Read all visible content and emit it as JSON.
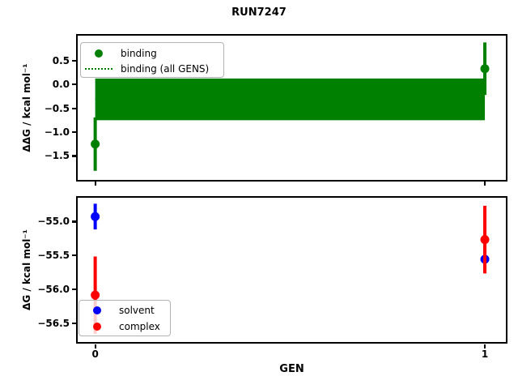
{
  "figure": {
    "title": "RUN7247",
    "background": "#ffffff"
  },
  "chart_data": [
    {
      "type": "scatter",
      "subplot": "top",
      "ylabel": "ΔΔG / kcal mol⁻¹",
      "xlabel": "",
      "xlim": [
        -0.047,
        1.056
      ],
      "ylim": [
        -2.01,
        1.04
      ],
      "grid": false,
      "yticks": {
        "values": [
          0.5,
          0.0,
          -0.5,
          -1.0,
          -1.5
        ],
        "labels": [
          "0.5",
          "0.0",
          "−0.5",
          "−1.0",
          "−1.5"
        ]
      },
      "xticks": {
        "values": [
          0,
          1
        ],
        "labels": []
      },
      "legend": {
        "position": "upper left",
        "entries": [
          {
            "label": "binding",
            "marker": "dot",
            "color": "#008000"
          },
          {
            "label": "binding (all GENS)",
            "marker": "dotted-line",
            "color": "#008000"
          }
        ]
      },
      "series": [
        {
          "name": "binding",
          "color": "#008000",
          "x": [
            0,
            1
          ],
          "y": [
            -1.25,
            0.33
          ],
          "yerr": [
            0.56,
            0.55
          ]
        }
      ],
      "band": {
        "name": "binding (all GENS)",
        "color": "#008000",
        "x": [
          0,
          1
        ],
        "ylow": -0.75,
        "yhigh": 0.125,
        "center": -0.31
      }
    },
    {
      "type": "scatter",
      "subplot": "bottom",
      "ylabel": "ΔG / kcal mol⁻¹",
      "xlabel": "GEN",
      "xlim": [
        -0.047,
        1.056
      ],
      "ylim": [
        -56.79,
        -54.63
      ],
      "grid": false,
      "yticks": {
        "values": [
          -55.0,
          -55.5,
          -56.0,
          -56.5
        ],
        "labels": [
          "−55.0",
          "−55.5",
          "−56.0",
          "−56.5"
        ]
      },
      "xticks": {
        "values": [
          0,
          1
        ],
        "labels": [
          "0",
          "1"
        ]
      },
      "legend": {
        "position": "lower left",
        "entries": [
          {
            "label": "solvent",
            "marker": "dot",
            "color": "#0000ff"
          },
          {
            "label": "complex",
            "marker": "dot",
            "color": "#ff0000"
          }
        ]
      },
      "series": [
        {
          "name": "solvent",
          "color": "#0000ff",
          "x": [
            0,
            1
          ],
          "y": [
            -54.92,
            -55.55
          ],
          "yerr": [
            0.19,
            0.17
          ]
        },
        {
          "name": "complex",
          "color": "#ff0000",
          "x": [
            0,
            1
          ],
          "y": [
            -56.08,
            -55.26
          ],
          "yerr": [
            0.57,
            0.5
          ]
        }
      ]
    }
  ]
}
